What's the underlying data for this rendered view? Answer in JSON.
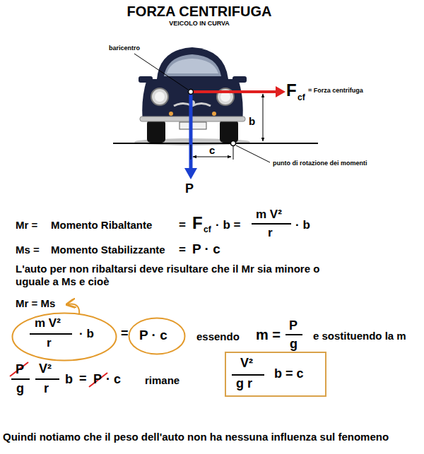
{
  "diagram": {
    "title": "FORZA CENTRIFUGA",
    "nodes": [
      {
        "text": [
          "m V²",
          "r",
          "· b"
        ]
      },
      {
        "text": [
          "P · c"
        ]
      },
      {
        "text": [
          "V²",
          "g r",
          "b = c"
        ]
      }
    ],
    "labels": [
      "VEICOLO IN CURVA",
      "baricentro",
      "F",
      "cf",
      "= Forza centrifuga",
      "b",
      "c",
      "punto di rotazione dei momenti",
      "P",
      "Mr =",
      "Momento Ribaltante",
      "=",
      "F",
      "cf",
      "· b =",
      "m V²",
      "r",
      "· b",
      "Ms =",
      "Momento Stabilizzante",
      "=",
      "P · c",
      "L'auto per non ribaltarsi deve risultare che il Mr sia minore o uguale a Ms e cioè",
      "Mr = Ms",
      "=",
      "essendo",
      "m =",
      "P",
      "g",
      "e sostituendo la m",
      "P",
      "g",
      "V²",
      "r",
      "b",
      "=",
      "P",
      "· c",
      "rimane",
      "Quindi notiamo che il peso dell'auto non ha nessuna influenza sul fenomeno"
    ]
  }
}
